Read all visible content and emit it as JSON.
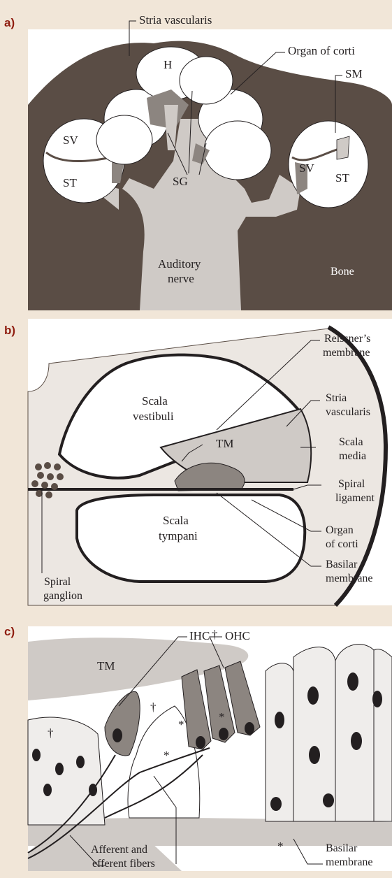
{
  "panels": {
    "a": {
      "letter": "a)",
      "labels": {
        "stria_vascularis": "Stria vascularis",
        "organ_of_corti": "Organ of corti",
        "sm": "SM",
        "h": "H",
        "sv_left": "SV",
        "st_left": "ST",
        "sg": "SG",
        "sv_right": "SV",
        "st_right": "ST",
        "auditory_nerve_1": "Auditory",
        "auditory_nerve_2": "nerve",
        "bone": "Bone"
      }
    },
    "b": {
      "letter": "b)",
      "labels": {
        "reissner_1": "Reissner’s",
        "reissner_2": "membrane",
        "stria_1": "Stria",
        "stria_2": "vascularis",
        "scala_vestibuli_1": "Scala",
        "scala_vestibuli_2": "vestibuli",
        "tm": "TM",
        "scala_media_1": "Scala",
        "scala_media_2": "media",
        "spiral_ligament_1": "Spiral",
        "spiral_ligament_2": "ligament",
        "scala_tympani_1": "Scala",
        "scala_tympani_2": "tympani",
        "organ_1": "Organ",
        "organ_2": "of corti",
        "basilar_1": "Basilar",
        "basilar_2": "membrane",
        "spiral_ganglion_1": "Spiral",
        "spiral_ganglion_2": "ganglion"
      }
    },
    "c": {
      "letter": "c)",
      "labels": {
        "ihc": "IHC",
        "dagger_top": "†",
        "ohc": "OHC",
        "tm": "TM",
        "dagger_left": "†",
        "dagger_mid": "†",
        "star_1": "*",
        "star_2": "*",
        "star_3": "*",
        "star_bottom": "*",
        "afferent_1": "Afferent and",
        "afferent_2": "efferent fibers",
        "basilar_1": "Basilar",
        "basilar_2": "membrane"
      }
    }
  },
  "colors": {
    "background": "#f1e6d8",
    "bone": "#5a4d45",
    "light_gray": "#cfcac6",
    "mid_gray": "#8c8580",
    "cell_dark": "#2b2220",
    "letter_red": "#8f1d10"
  }
}
